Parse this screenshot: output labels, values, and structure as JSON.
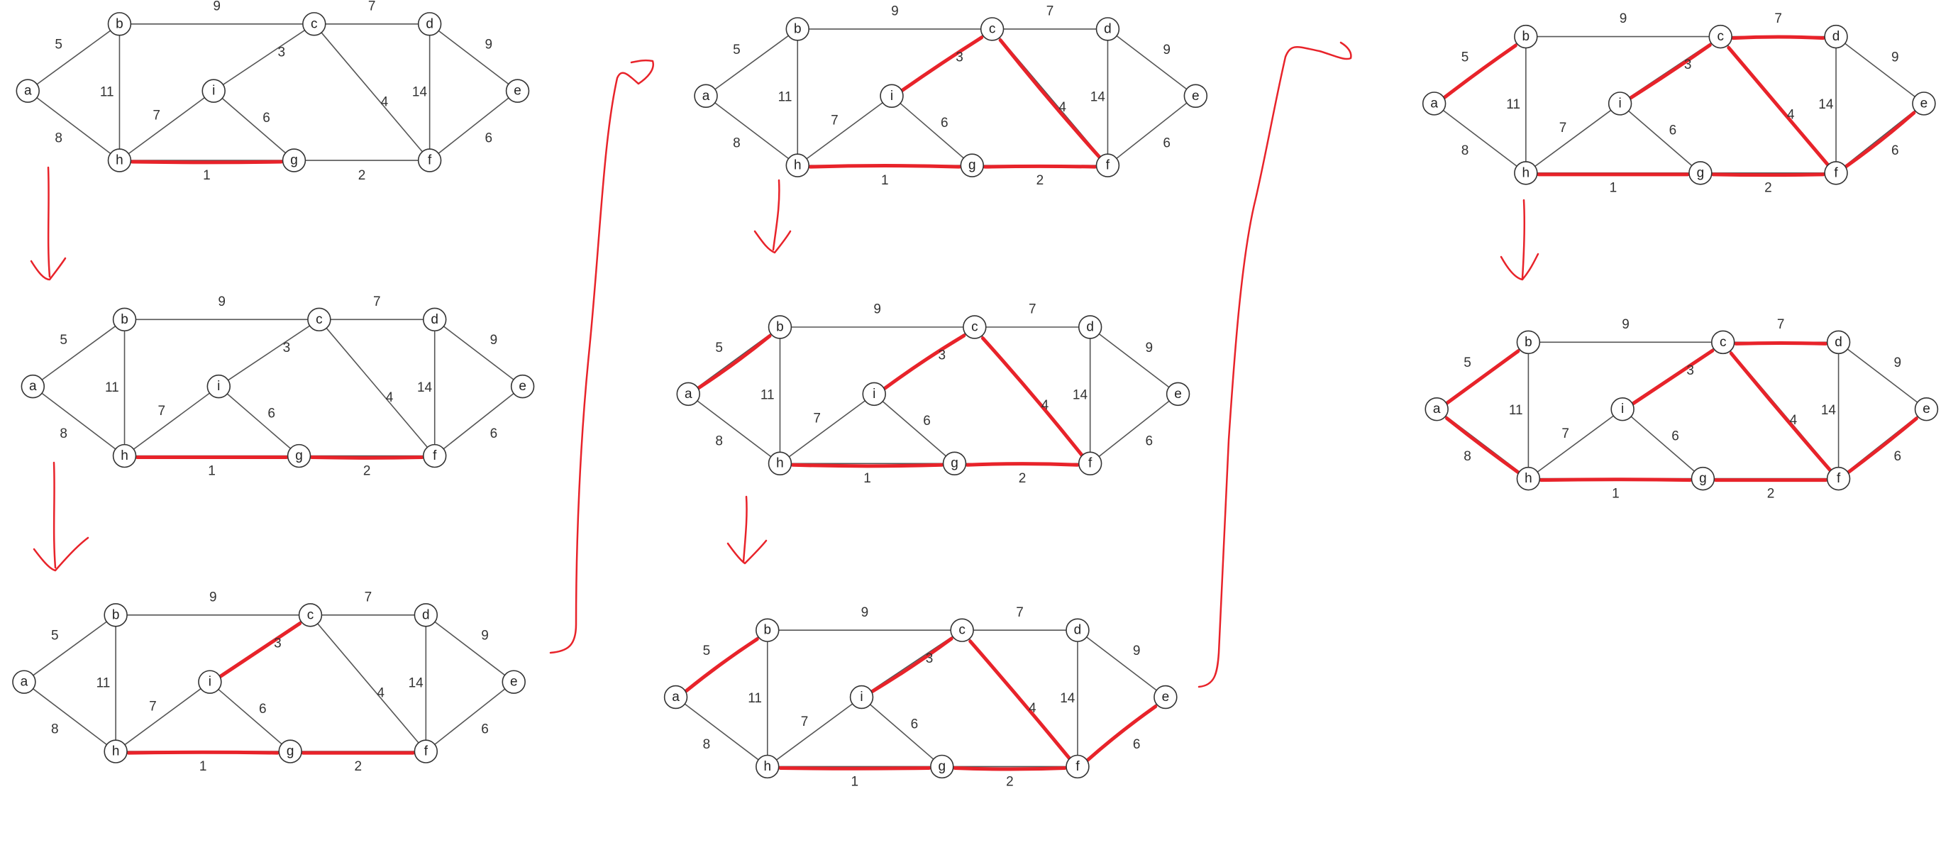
{
  "colors": {
    "edge": "#555555",
    "highlight": "#e8232a",
    "node_fill": "#ffffff"
  },
  "graph": {
    "nodes": [
      "a",
      "b",
      "c",
      "d",
      "e",
      "f",
      "g",
      "h",
      "i"
    ],
    "edges": [
      {
        "id": "ab",
        "from": "a",
        "to": "b",
        "weight": "5"
      },
      {
        "id": "ah",
        "from": "a",
        "to": "h",
        "weight": "8"
      },
      {
        "id": "bc",
        "from": "b",
        "to": "c",
        "weight": "9"
      },
      {
        "id": "bh",
        "from": "b",
        "to": "h",
        "weight": "11"
      },
      {
        "id": "cd",
        "from": "c",
        "to": "d",
        "weight": "7"
      },
      {
        "id": "ci",
        "from": "c",
        "to": "i",
        "weight": "3"
      },
      {
        "id": "cf",
        "from": "c",
        "to": "f",
        "weight": "4"
      },
      {
        "id": "de",
        "from": "d",
        "to": "e",
        "weight": "9"
      },
      {
        "id": "df",
        "from": "d",
        "to": "f",
        "weight": "14"
      },
      {
        "id": "ef",
        "from": "e",
        "to": "f",
        "weight": "6"
      },
      {
        "id": "fg",
        "from": "f",
        "to": "g",
        "weight": "2"
      },
      {
        "id": "gh",
        "from": "g",
        "to": "h",
        "weight": "1"
      },
      {
        "id": "hi",
        "from": "h",
        "to": "i",
        "weight": "7"
      },
      {
        "id": "ig",
        "from": "i",
        "to": "g",
        "weight": "6"
      }
    ]
  },
  "steps": [
    {
      "step": 1,
      "highlighted": [
        "gh"
      ]
    },
    {
      "step": 2,
      "highlighted": [
        "gh",
        "fg"
      ]
    },
    {
      "step": 3,
      "highlighted": [
        "gh",
        "fg",
        "ci"
      ]
    },
    {
      "step": 4,
      "highlighted": [
        "gh",
        "fg",
        "ci",
        "cf"
      ]
    },
    {
      "step": 5,
      "highlighted": [
        "gh",
        "fg",
        "ci",
        "cf",
        "ab"
      ]
    },
    {
      "step": 6,
      "highlighted": [
        "gh",
        "fg",
        "ci",
        "cf",
        "ab",
        "ef"
      ]
    },
    {
      "step": 7,
      "highlighted": [
        "gh",
        "fg",
        "ci",
        "cf",
        "ab",
        "ef",
        "cd"
      ]
    },
    {
      "step": 8,
      "highlighted": [
        "gh",
        "fg",
        "ci",
        "cf",
        "ab",
        "ef",
        "cd",
        "ah"
      ]
    }
  ]
}
